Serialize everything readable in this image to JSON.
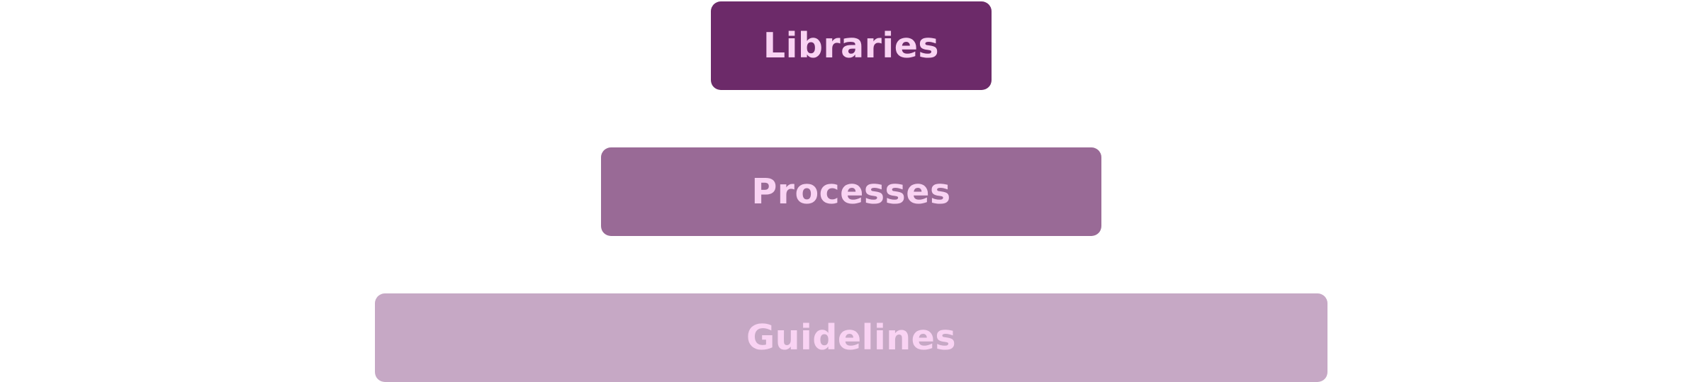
{
  "diagram": {
    "type": "pyramid",
    "tiers": [
      {
        "label": "Libraries",
        "color": "#6c2a69"
      },
      {
        "label": "Processes",
        "color": "#996a96"
      },
      {
        "label": "Guidelines",
        "color": "#c6a8c5"
      }
    ],
    "label_color": "#f9d3f3",
    "background": "#ffffff"
  }
}
